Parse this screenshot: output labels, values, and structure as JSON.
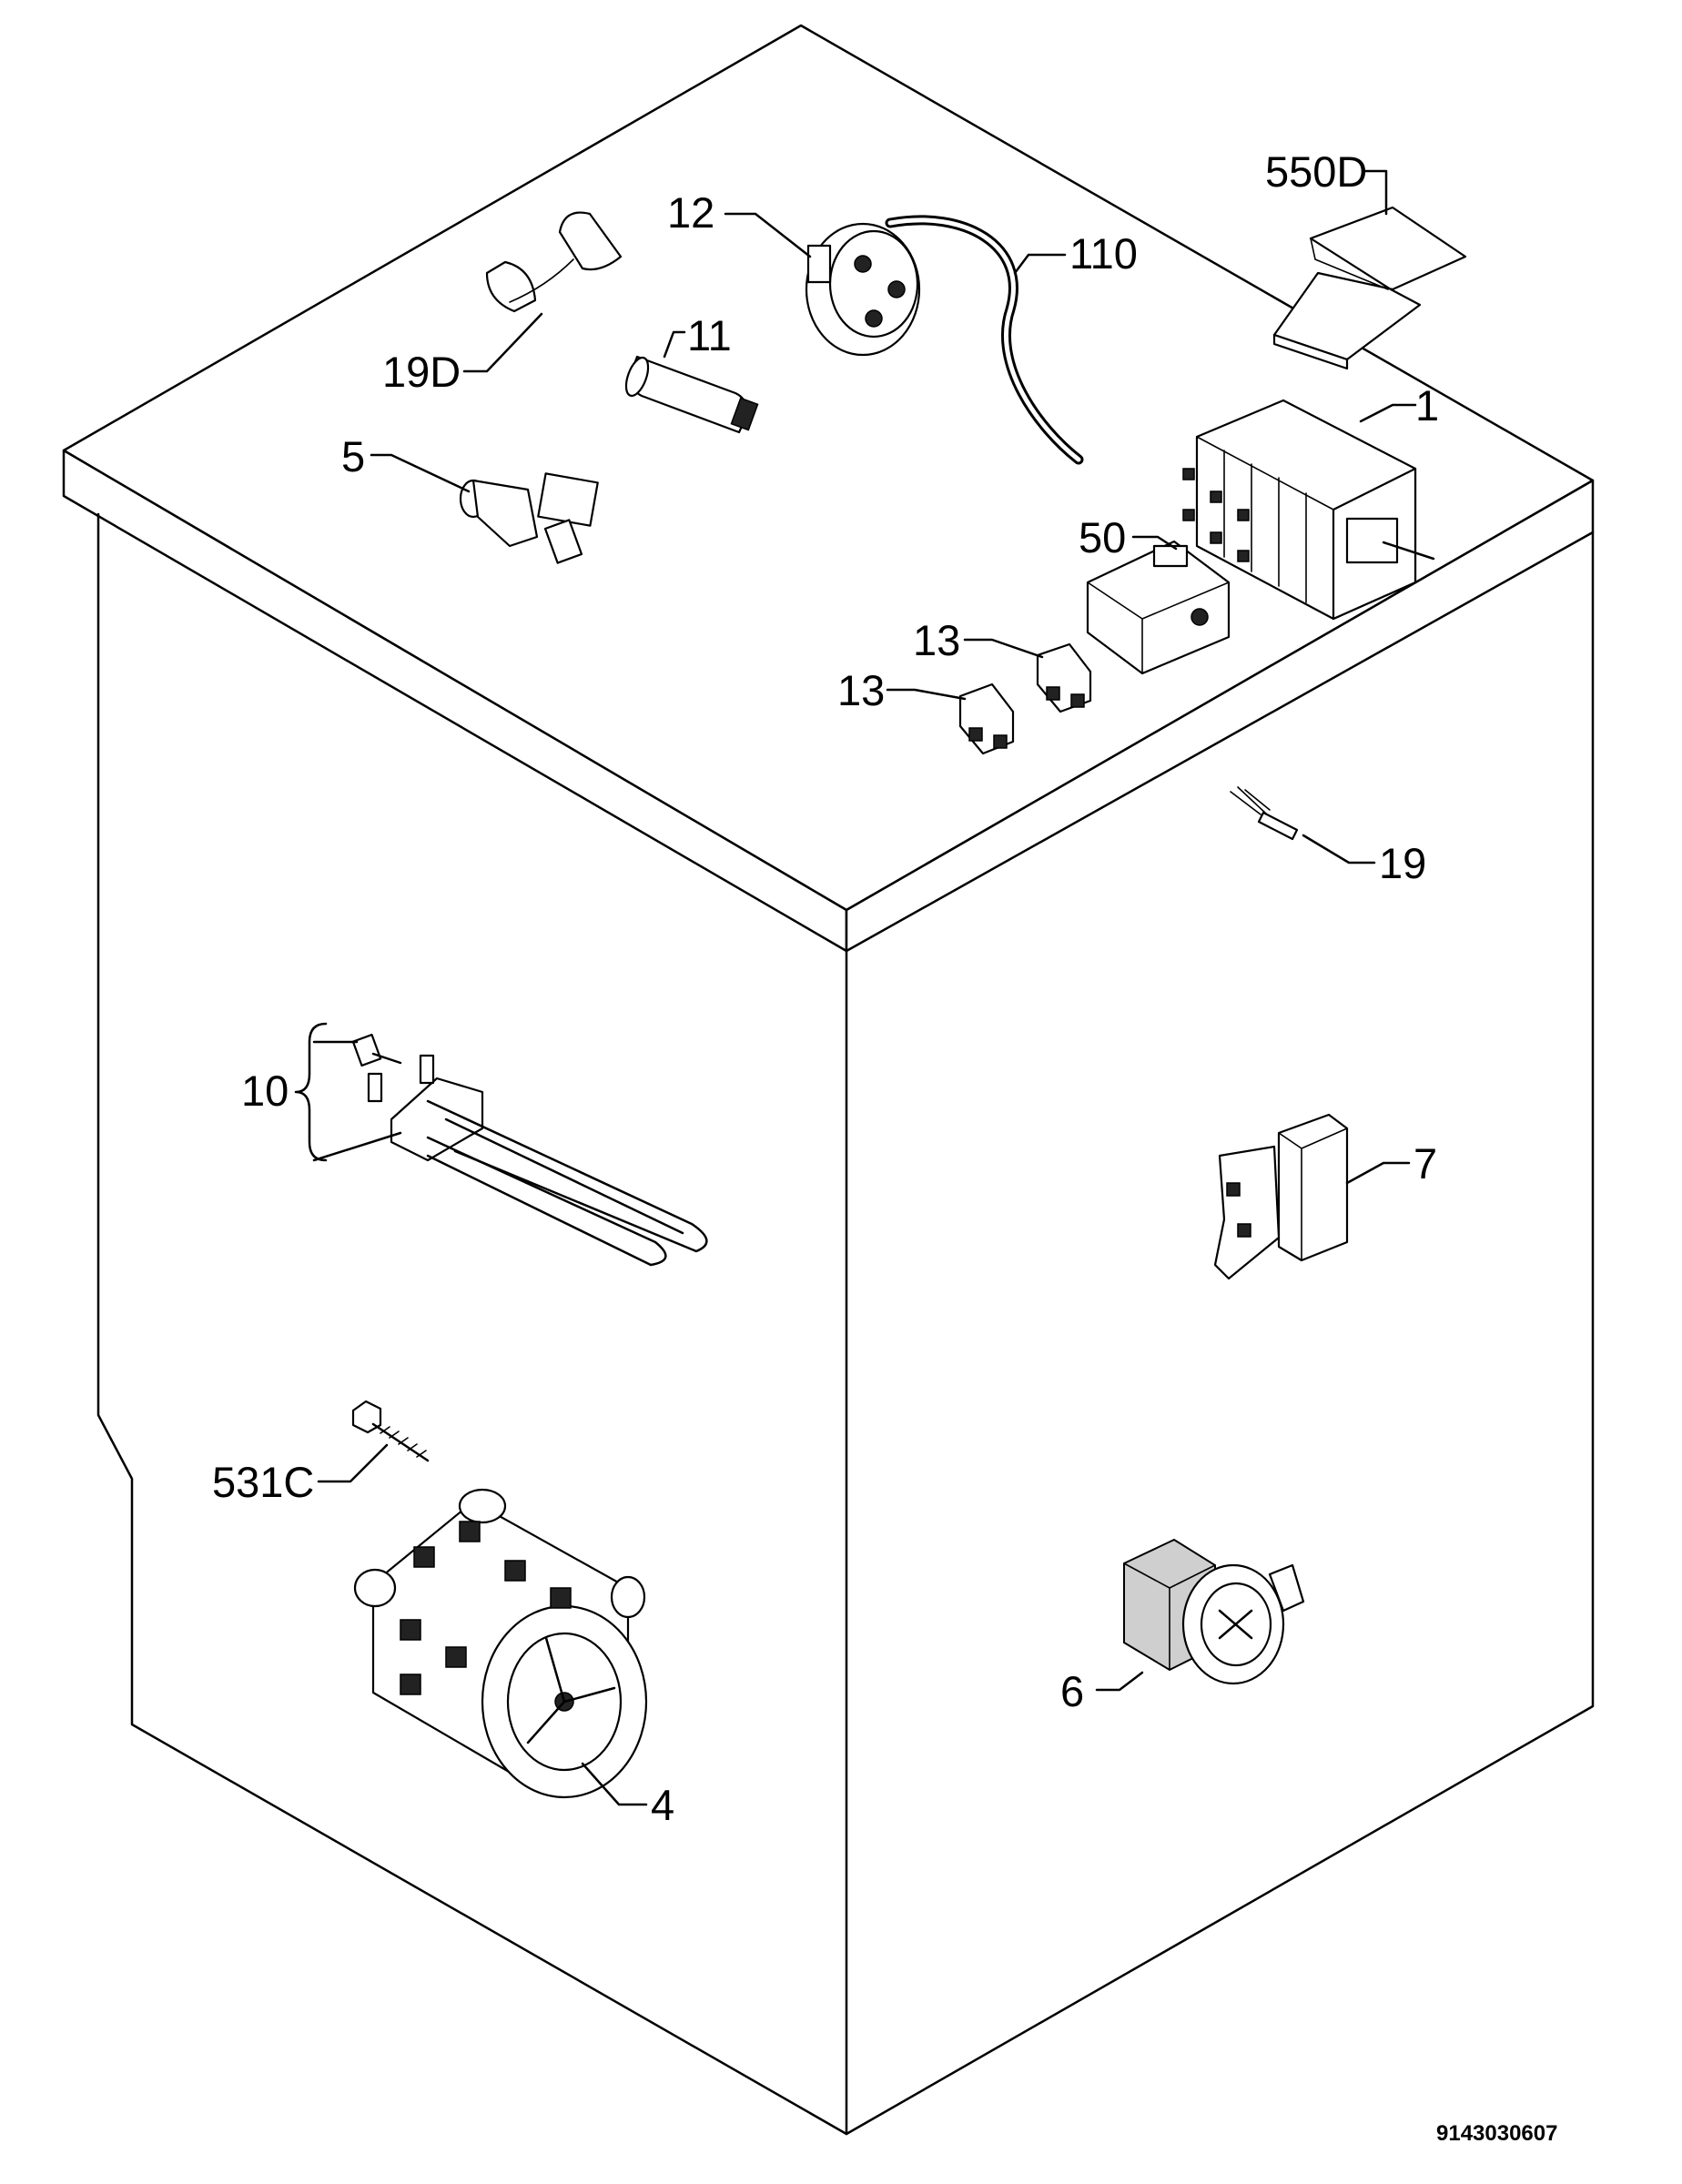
{
  "labels": {
    "part_550d": "550D",
    "part_12": "12",
    "part_110": "110",
    "part_19d": "19D",
    "part_11": "11",
    "part_1": "1",
    "part_5": "5",
    "part_50": "50",
    "part_13a": "13",
    "part_13b": "13",
    "part_19": "19",
    "part_10": "10",
    "part_7": "7",
    "part_531c": "531C",
    "part_4": "4",
    "part_6": "6"
  },
  "document_number": "9143030607"
}
